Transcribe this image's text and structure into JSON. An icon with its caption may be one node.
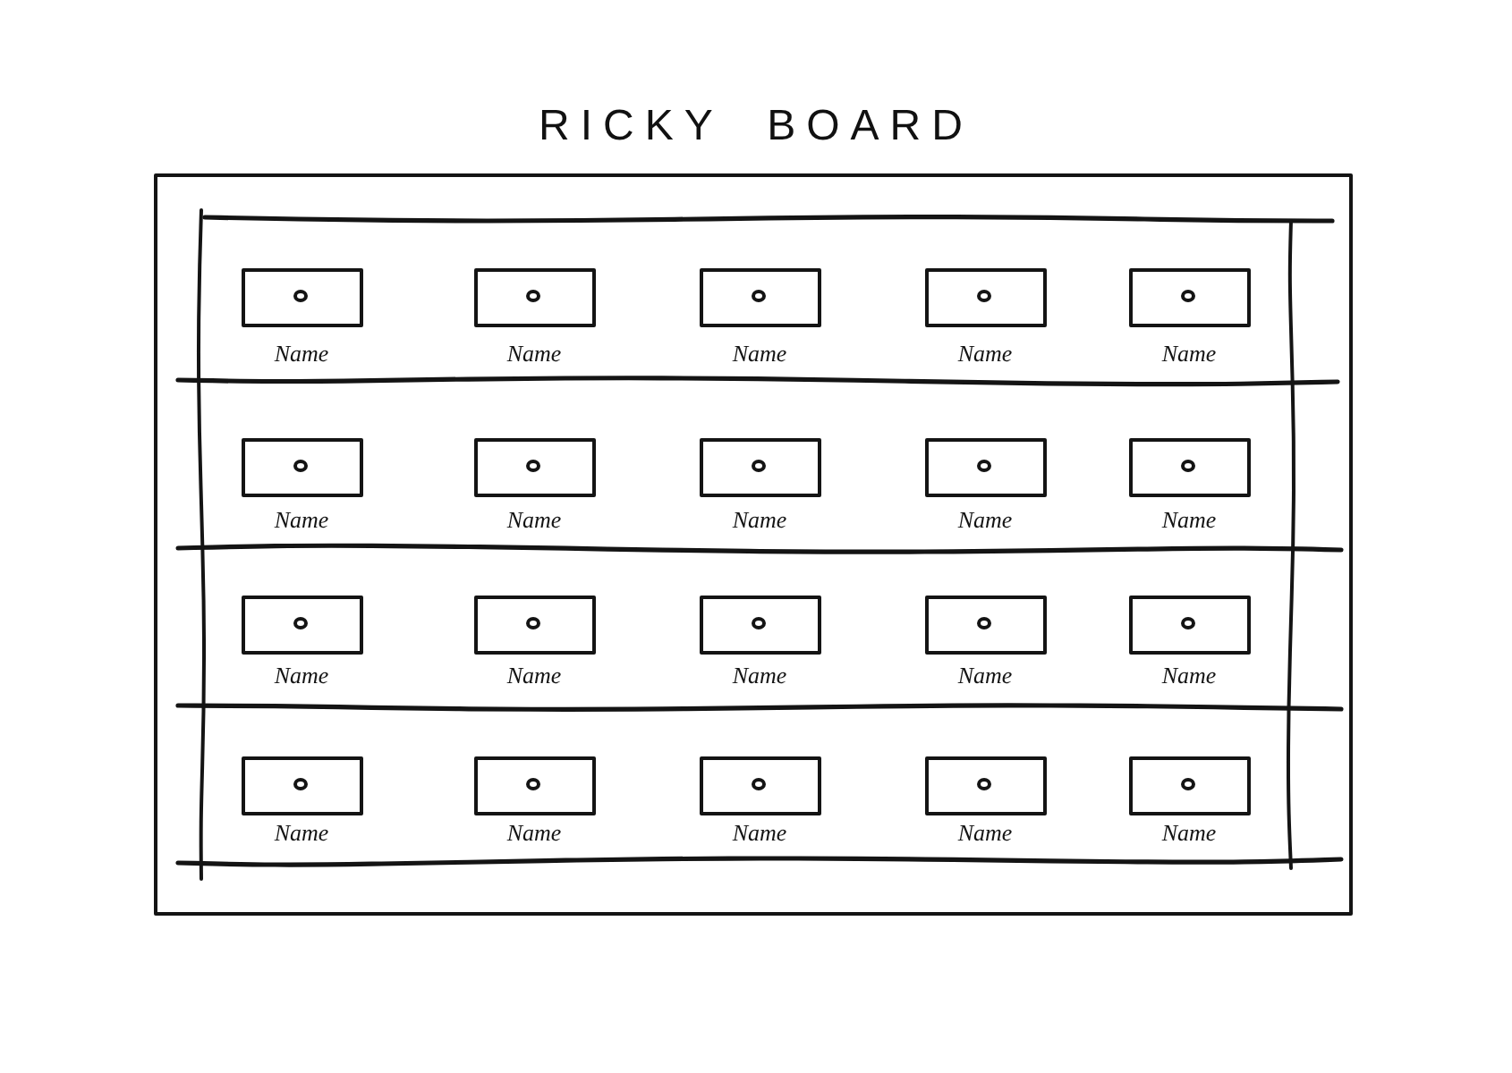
{
  "diagram": {
    "title": "RICKY BOARD",
    "nodes": [
      {
        "text": [],
        "shape": "box"
      },
      {
        "text": [],
        "shape": "box",
        "in": 0,
        "beside": [
          "Name"
        ]
      },
      {
        "text": [],
        "shape": "box",
        "in": 0,
        "beside": [
          "Name"
        ]
      },
      {
        "text": [],
        "shape": "box",
        "in": 0,
        "beside": [
          "Name"
        ]
      },
      {
        "text": [],
        "shape": "box",
        "in": 0,
        "beside": [
          "Name"
        ]
      },
      {
        "text": [],
        "shape": "box",
        "in": 0,
        "beside": [
          "Name"
        ]
      },
      {
        "text": [],
        "shape": "box",
        "in": 0,
        "beside": [
          "Name"
        ]
      },
      {
        "text": [],
        "shape": "box",
        "in": 0,
        "beside": [
          "Name"
        ]
      },
      {
        "text": [],
        "shape": "box",
        "in": 0,
        "beside": [
          "Name"
        ]
      },
      {
        "text": [],
        "shape": "box",
        "in": 0,
        "beside": [
          "Name"
        ]
      },
      {
        "text": [],
        "shape": "box",
        "in": 0,
        "beside": [
          "Name"
        ]
      },
      {
        "text": [],
        "shape": "box",
        "in": 0,
        "beside": [
          "Name"
        ]
      },
      {
        "text": [],
        "shape": "box",
        "in": 0,
        "beside": [
          "Name"
        ]
      },
      {
        "text": [],
        "shape": "box",
        "in": 0,
        "beside": [
          "Name"
        ]
      },
      {
        "text": [],
        "shape": "box",
        "in": 0,
        "beside": [
          "Name"
        ]
      },
      {
        "text": [],
        "shape": "box",
        "in": 0,
        "beside": [
          "Name"
        ]
      },
      {
        "text": [],
        "shape": "box",
        "in": 0,
        "beside": [
          "Name"
        ]
      },
      {
        "text": [],
        "shape": "box",
        "in": 0,
        "beside": [
          "Name"
        ]
      },
      {
        "text": [],
        "shape": "box",
        "in": 0,
        "beside": [
          "Name"
        ]
      },
      {
        "text": [],
        "shape": "box",
        "in": 0,
        "beside": [
          "Name"
        ]
      },
      {
        "text": [],
        "shape": "box",
        "in": 0,
        "beside": [
          "Name"
        ]
      }
    ]
  }
}
